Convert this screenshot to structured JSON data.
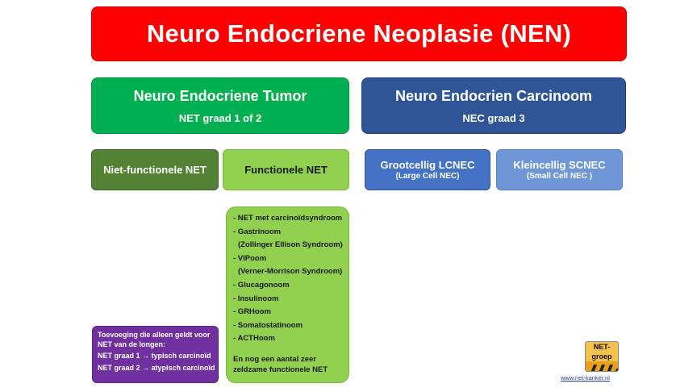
{
  "title": "Neuro Endocriene Neoplasie (NEN)",
  "tumor": {
    "heading": "Neuro Endocriene Tumor",
    "grade": "NET graad 1 of 2"
  },
  "carcinoma": {
    "heading": "Neuro Endocrien Carcinoom",
    "grade": "NEC graad 3"
  },
  "non_functional": "Niet-functionele NET",
  "functional": "Functionele NET",
  "lcnec": {
    "line1": "Grootcellig LCNEC",
    "line2": "(Large Cell NEC)"
  },
  "scnec": {
    "line1": "Kleincellig SCNEC",
    "line2": "(Small Cell NEC )"
  },
  "functional_list": [
    "- NET met carcinoïdsyndroom",
    "- Gastrinoom",
    "  (Zollinger Ellison Syndroom)",
    "- VIPoom",
    "  (Verner-Morrison Syndroom)",
    "- Glucagonoom",
    "- Insulinoom",
    "- GRHoom",
    "- Somatostatinoom",
    "- ACTHoom"
  ],
  "functional_note_1": "En nog een aantal zeer",
  "functional_note_2": "zeldzame functionele NET",
  "lung_note": {
    "line1": "Toevoeging die alleen geldt voor",
    "line2": "NET van de longen:",
    "grade1": "NET graad 1 → typisch carcinoïd",
    "grade2": "NET graad 2 → atypisch carcinoïd"
  },
  "logo": {
    "text": "NET-groep",
    "url": "www.net-kanker.nl"
  },
  "colors": {
    "title": "#ff0000",
    "tumor": "#00b050",
    "carcinoma": "#2f5597",
    "non_functional": "#548235",
    "functional": "#92d050",
    "lcnec": "#4472c4",
    "scnec": "#6f97d8",
    "lung_note": "#7030a0"
  }
}
